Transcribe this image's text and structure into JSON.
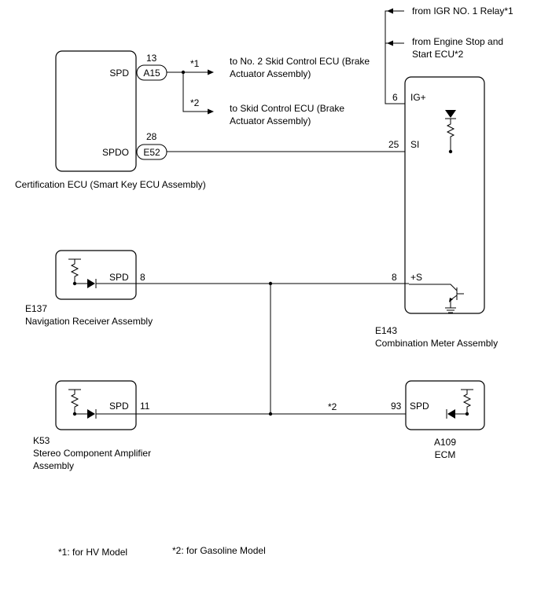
{
  "cert_ecu": {
    "pin_spd": "SPD",
    "pin_spdo": "SPDO",
    "conn_a15": "A15",
    "conn_e52": "E52",
    "pin_num_13": "13",
    "pin_num_28": "28",
    "label": "Certification ECU (Smart Key ECU Assembly)"
  },
  "branches": {
    "note1": "*1",
    "note2": "*2",
    "to_no2_line1": "to No. 2 Skid Control ECU (Brake",
    "to_no2_line2": "Actuator Assembly)",
    "to_skid_line1": "to Skid Control ECU (Brake",
    "to_skid_line2": "Actuator Assembly)"
  },
  "power": {
    "from_igr": "from IGR NO. 1 Relay*1",
    "from_engine_line1": "from Engine Stop and",
    "from_engine_line2": "Start ECU*2"
  },
  "meter": {
    "pin6": "6",
    "ig_plus": "IG+",
    "pin25": "25",
    "si": "SI",
    "pin8": "8",
    "plus_s": "+S",
    "code": "E143",
    "label": "Combination Meter Assembly"
  },
  "nav": {
    "spd": "SPD",
    "pin": "8",
    "code": "E137",
    "label": "Navigation Receiver Assembly"
  },
  "amp": {
    "spd": "SPD",
    "pin": "11",
    "code": "K53",
    "label_line1": "Stereo Component Amplifier",
    "label_line2": "Assembly"
  },
  "ecm": {
    "note": "*2",
    "pin": "93",
    "spd": "SPD",
    "code": "A109",
    "label": "ECM"
  },
  "footnotes": {
    "note1": "*1: for HV Model",
    "note2": "*2: for Gasoline Model"
  }
}
